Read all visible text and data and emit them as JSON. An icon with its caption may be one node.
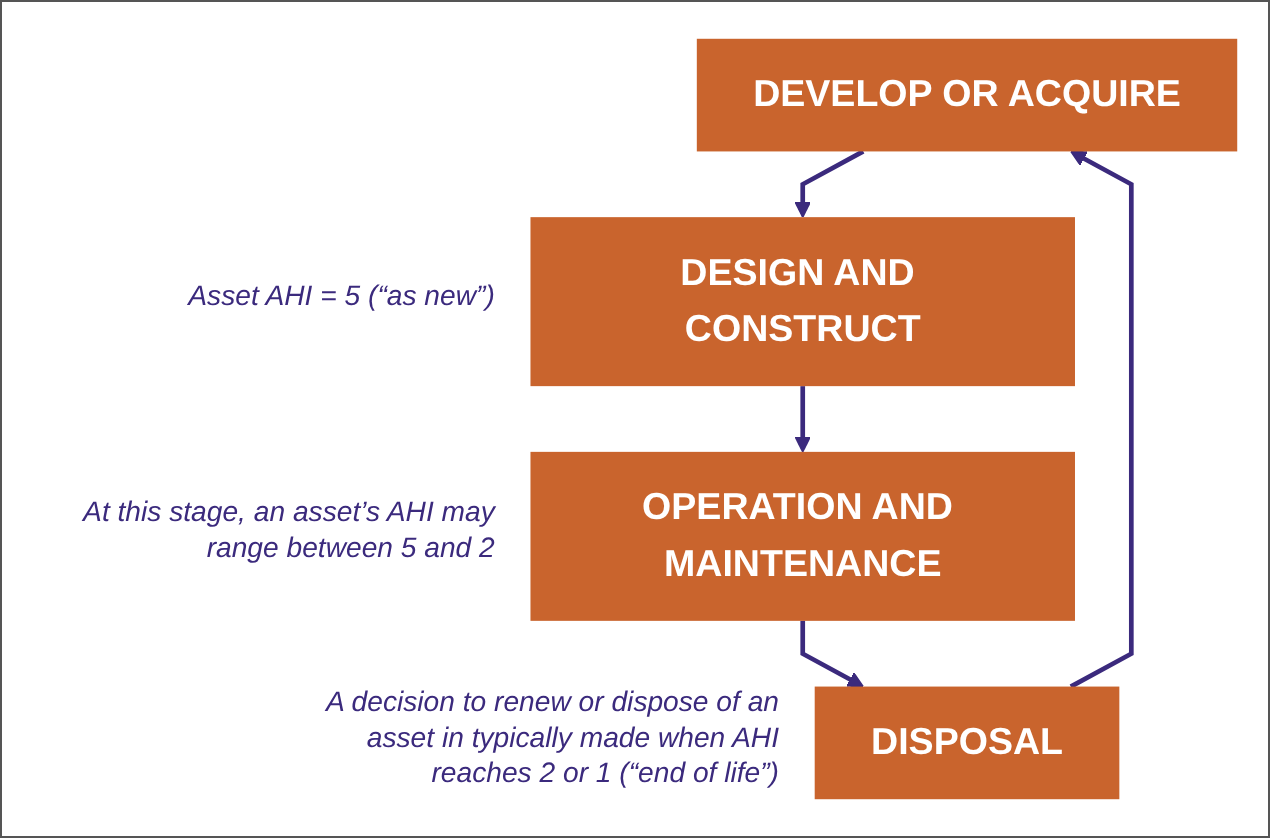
{
  "diagram": {
    "nodes": [
      {
        "text": [
          "DEVELOP OR ACQUIRE"
        ]
      },
      {
        "text": [
          "DESIGN AND CONSTRUCT"
        ],
        "beside": [
          "Asset AHI = 5 (“as new”)"
        ]
      },
      {
        "text": [
          "OPERATION AND MAINTENANCE"
        ],
        "beside": [
          "At this stage, an asset’s AHI may range between 5 and 2"
        ]
      },
      {
        "text": [
          "DISPOSAL"
        ],
        "beside": [
          "A decision to renew or dispose of an asset in typically made when AHI reaches 2 or 1 (“end of life”)"
        ]
      }
    ],
    "edges": [
      {
        "from": 0,
        "to": 1,
        "arrow": "to"
      },
      {
        "from": 1,
        "to": 2,
        "arrow": "to"
      },
      {
        "from": 2,
        "to": 3,
        "arrow": "to"
      },
      {
        "from": 3,
        "to": 0,
        "arrow": "to"
      }
    ]
  }
}
